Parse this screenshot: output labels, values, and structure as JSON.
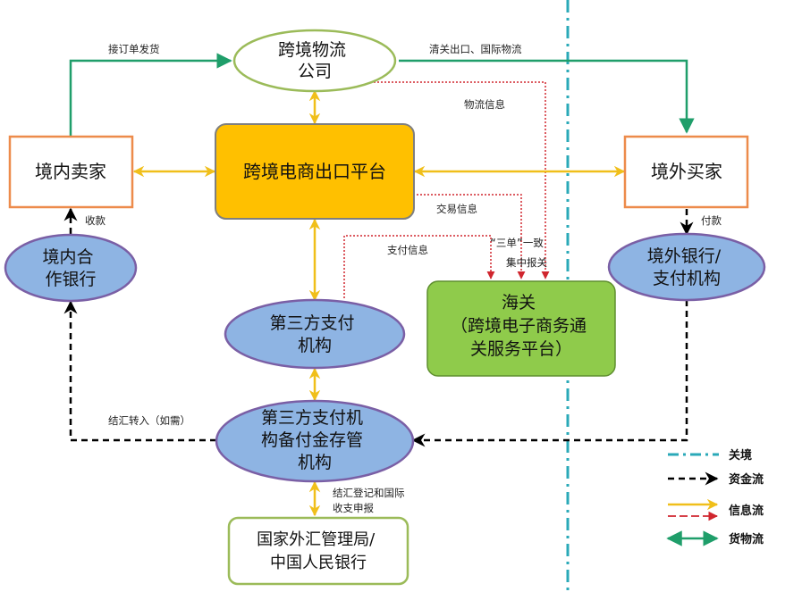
{
  "nodes": {
    "logistics": [
      "跨境物流",
      "公司"
    ],
    "platform": [
      "跨境电商出口平台"
    ],
    "domestic_seller": [
      "境内卖家"
    ],
    "overseas_buyer": [
      "境外买家"
    ],
    "domestic_bank": [
      "境内合",
      "作银行"
    ],
    "overseas_bank": [
      "境外银行/",
      "支付机构"
    ],
    "third_party": [
      "第三方支付",
      "机构"
    ],
    "customs": [
      "海关",
      "（跨境电子商务通",
      "关服务平台）"
    ],
    "reserve": [
      "第三方支付机",
      "构备付金存管",
      "机构"
    ],
    "safe": [
      "国家外汇管理局/",
      "中国人民银行"
    ]
  },
  "edge_labels": {
    "ship_on_order": "接订单发货",
    "clearance": "清关出口、国际物流",
    "logistics_info": "物流信息",
    "transaction_info": "交易信息",
    "payment_info": "支付信息",
    "three_docs_1": "“三单”一致",
    "three_docs_2": "集中报关",
    "receive": "收款",
    "pay": "付款",
    "settle_in": "结汇转入（如需）",
    "register_1": "结汇登记和国际",
    "register_2": "收支申报"
  },
  "legend": {
    "border": "关境",
    "capital": "资金流",
    "info": "信息流",
    "goods": "货物流"
  },
  "colors": {
    "green_arrow": "#1f9e6a",
    "gold_arrow": "#f0bf1a",
    "red_dotted": "#d0262e",
    "teal_dash": "#2aa9b8",
    "ellipse_fill": "#8eb4e3",
    "ellipse_stroke": "#7a5fa5",
    "platform_fill": "#ffc000",
    "customs_fill": "#8fcb4b",
    "box_stroke": "#ed8b4b"
  }
}
